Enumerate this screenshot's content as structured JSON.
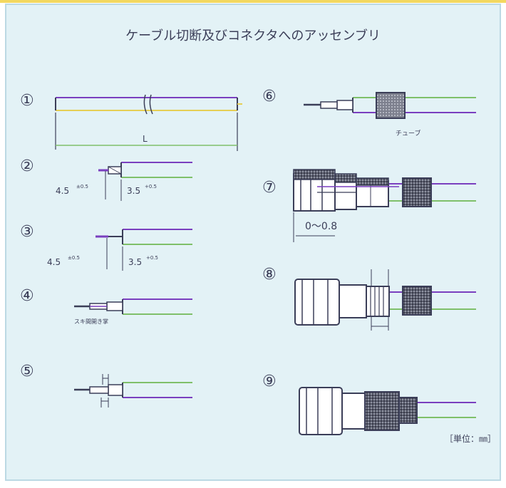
{
  "title": "ケーブル切断及びコネクタへのアッセンブリ",
  "steps": {
    "s1": {
      "num": "①",
      "dim_label": "L"
    },
    "s2": {
      "num": "②",
      "dim_left": "4.5",
      "dim_left_sup": "±0.5",
      "dim_right": "3.5",
      "dim_right_sup": "+0.5"
    },
    "s3": {
      "num": "③",
      "dim_left": "4.5",
      "dim_left_sup": "±0.5",
      "dim_right": "3.5",
      "dim_right_sup": "+0.5"
    },
    "s4": {
      "num": "④",
      "note": "スキ間開き掌"
    },
    "s5": {
      "num": "⑤"
    },
    "s6": {
      "num": "⑥",
      "label": "チューブ"
    },
    "s7": {
      "num": "⑦",
      "dim": "0～0.8"
    },
    "s8": {
      "num": "⑧"
    },
    "s9": {
      "num": "⑨"
    }
  },
  "units": "［単位：㎜］",
  "colors": {
    "background": "#e3f2f6",
    "outer_border": "#bcd9e4",
    "line_dark": "#3b3e58",
    "line_purple": "#7a3fbf",
    "line_green": "#7fc06a",
    "line_yellow": "#e6cf55",
    "top_band": "#f3d860"
  }
}
